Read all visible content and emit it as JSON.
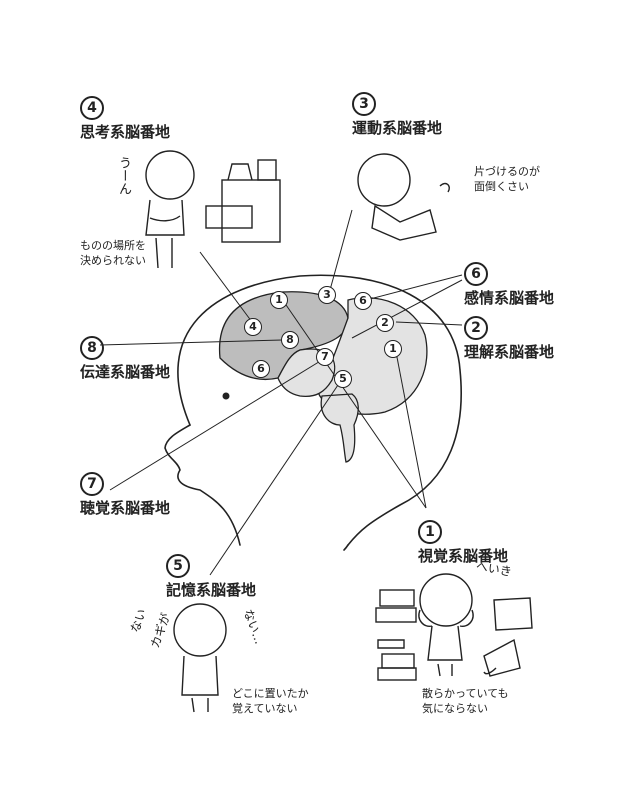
{
  "areas": [
    {
      "key": "a4",
      "number": "4",
      "name": "思考系脳番地",
      "note": [
        "ものの場所を",
        "決められない"
      ]
    },
    {
      "key": "a3",
      "number": "3",
      "name": "運動系脳番地",
      "note": [
        "片づけるのが",
        "面倒くさい"
      ]
    },
    {
      "key": "a6",
      "number": "6",
      "name": "感情系脳番地"
    },
    {
      "key": "a2",
      "number": "2",
      "name": "理解系脳番地"
    },
    {
      "key": "a8",
      "number": "8",
      "name": "伝達系脳番地"
    },
    {
      "key": "a7",
      "number": "7",
      "name": "聴覚系脳番地"
    },
    {
      "key": "a1",
      "number": "1",
      "name": "視覚系脳番地",
      "note": [
        "散らかっていても",
        "気にならない"
      ]
    },
    {
      "key": "a5",
      "number": "5",
      "name": "記憶系脳番地",
      "note": [
        "どこに置いたか",
        "覚えていない"
      ]
    }
  ],
  "brain_markers": [
    "1",
    "3",
    "6",
    "4",
    "8",
    "2",
    "1",
    "6",
    "7",
    "5"
  ],
  "exclamations": {
    "thinking": "うーん",
    "missing_left": "ない",
    "missing_key": "カギが",
    "missing_right": "ない…",
    "unbothered": "へいき"
  }
}
